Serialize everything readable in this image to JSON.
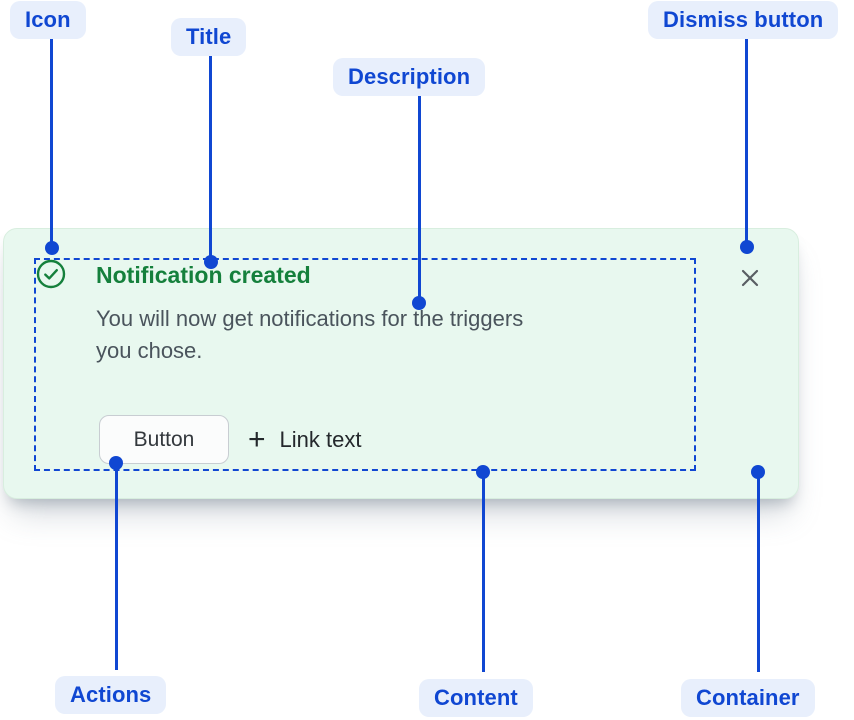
{
  "colors": {
    "accent": "#1047D2",
    "pill_bg": "#E8EFFC",
    "card_bg": "#E8F8EF",
    "card_border": "#D8EEDF",
    "green": "#15803C",
    "desc_text": "#4A545C",
    "dark_text": "#24282C",
    "dismiss_icon_color": "#595E63",
    "button_bg": "#FBFCFC",
    "button_border": "#C8CDD2",
    "button_text": "#33383D"
  },
  "annotations": {
    "icon": "Icon",
    "title": "Title",
    "description": "Description",
    "dismiss": "Dismiss button",
    "actions": "Actions",
    "content": "Content",
    "container": "Container"
  },
  "flag": {
    "title": "Notification created",
    "description_line1": "You will now get notifications for the triggers",
    "description_line2": "you chose.",
    "button_label": "Button",
    "plus_glyph": "+",
    "link_label": "Link text"
  },
  "icons": {
    "status": "check-circle-icon",
    "dismiss": "close-icon",
    "link_prefix": "plus-icon"
  }
}
